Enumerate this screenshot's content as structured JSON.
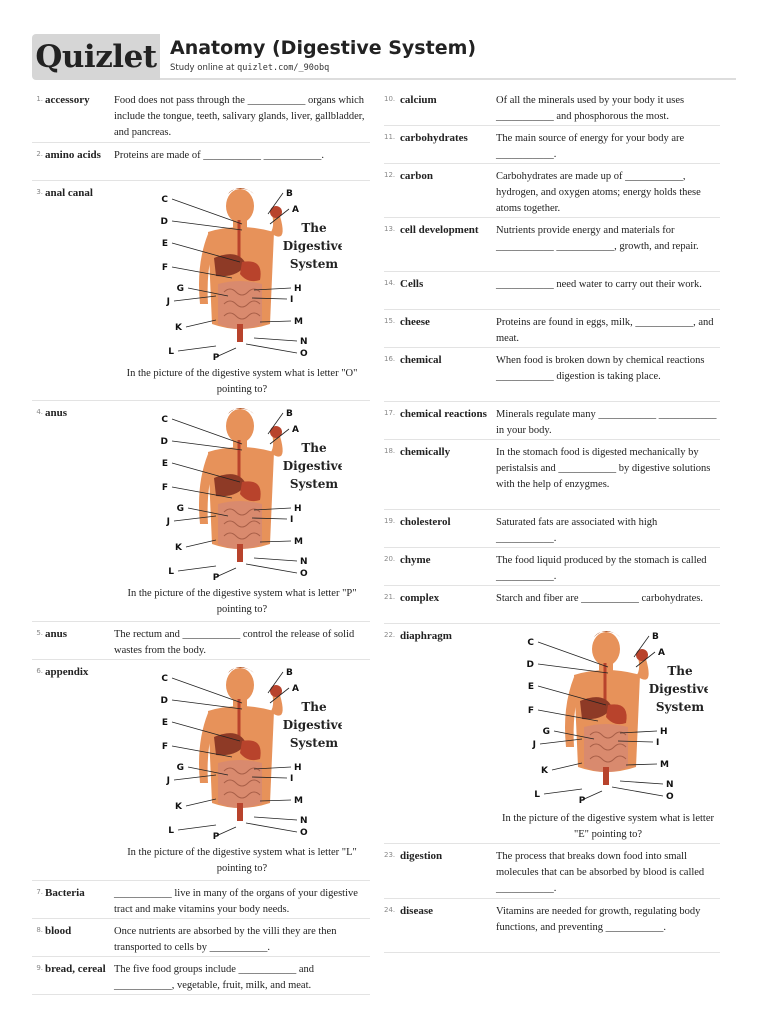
{
  "header": {
    "logo": "Quizlet",
    "title": "Anatomy (Digestive System)",
    "study_prefix": "Study online at ",
    "study_url": "quizlet.com/_90obq"
  },
  "figure": {
    "title_line1": "The",
    "title_line2": "Digestive",
    "title_line3": "System",
    "letters": [
      "A",
      "B",
      "C",
      "D",
      "E",
      "F",
      "G",
      "H",
      "I",
      "J",
      "K",
      "L",
      "M",
      "N",
      "O",
      "P"
    ]
  },
  "left": [
    {
      "num": "1.",
      "term": "accessory",
      "def": "Food does not pass through the ___________ organs which include the tongue, teeth, salivary glands, liver, gallbladder, and pancreas."
    },
    {
      "num": "2.",
      "term": "amino acids",
      "def": "Proteins are made of ___________ ___________."
    },
    {
      "num": "3.",
      "term": "anal canal",
      "caption": "In the picture of the digestive system what is letter \"O\" pointing to?"
    },
    {
      "num": "4.",
      "term": "anus",
      "caption": "In the picture of the digestive system what is letter \"P\" pointing to?"
    },
    {
      "num": "5.",
      "term": "anus",
      "def": "The rectum and ___________ control the release of solid wastes from the body."
    },
    {
      "num": "6.",
      "term": "appendix",
      "caption": "In the picture of the digestive system what is letter \"L\" pointing to?"
    },
    {
      "num": "7.",
      "term": "Bacteria",
      "def": "___________ live in many of the organs of your digestive tract and make vitamins your body needs."
    },
    {
      "num": "8.",
      "term": "blood",
      "def": "Once nutrients are absorbed by the villi they are then transported to cells by ___________."
    },
    {
      "num": "9.",
      "term": "bread, cereal",
      "def": "The five food groups include ___________ and ___________, vegetable, fruit, milk, and meat."
    }
  ],
  "right": [
    {
      "num": "10.",
      "term": "calcium",
      "def": "Of all the minerals used by your body it uses ___________ and phosphorous the most."
    },
    {
      "num": "11.",
      "term": "carbohydrates",
      "def": "The main source of energy for your body are ___________."
    },
    {
      "num": "12.",
      "term": "carbon",
      "def": "Carbohydrates are made up of ___________, hydrogen, and oxygen atoms; energy holds these atoms together."
    },
    {
      "num": "13.",
      "term": "cell development",
      "def": "Nutrients provide energy and materials for ___________ ___________, growth, and repair."
    },
    {
      "num": "14.",
      "term": "Cells",
      "def": "___________ need water to carry out their work."
    },
    {
      "num": "15.",
      "term": "cheese",
      "def": "Proteins are found in eggs, milk, ___________, and meat."
    },
    {
      "num": "16.",
      "term": "chemical",
      "def": "When food is broken down by chemical reactions ___________ digestion is taking place."
    },
    {
      "num": "17.",
      "term": "chemical reactions",
      "def": "Minerals regulate many ___________ ___________ in your body."
    },
    {
      "num": "18.",
      "term": "chemically",
      "def": "In the stomach food is digested mechanically by peristalsis and ___________ by digestive solutions with the help of enzygmes."
    },
    {
      "num": "19.",
      "term": "cholesterol",
      "def": "Saturated fats are associated with high ___________."
    },
    {
      "num": "20.",
      "term": "chyme",
      "def": "The food liquid produced by the stomach is called ___________."
    },
    {
      "num": "21.",
      "term": "complex",
      "def": "Starch and fiber are ___________ carbohydrates."
    },
    {
      "num": "22.",
      "term": "diaphragm",
      "caption": "In the picture of the digestive system what is letter \"E\" pointing to?"
    },
    {
      "num": "23.",
      "term": "digestion",
      "def": "The process that breaks down food into small molecules that can be absorbed by blood is called ___________."
    },
    {
      "num": "24.",
      "term": "disease",
      "def": "Vitamins are needed for growth, regulating body functions, and preventing ___________."
    }
  ],
  "colors": {
    "logo_bg": "#d6d6d6",
    "skin": "#e7925a",
    "skin_dark": "#b55b2c",
    "organ_red": "#b8432c",
    "intestine": "#d98a6e",
    "line": "#222222"
  }
}
